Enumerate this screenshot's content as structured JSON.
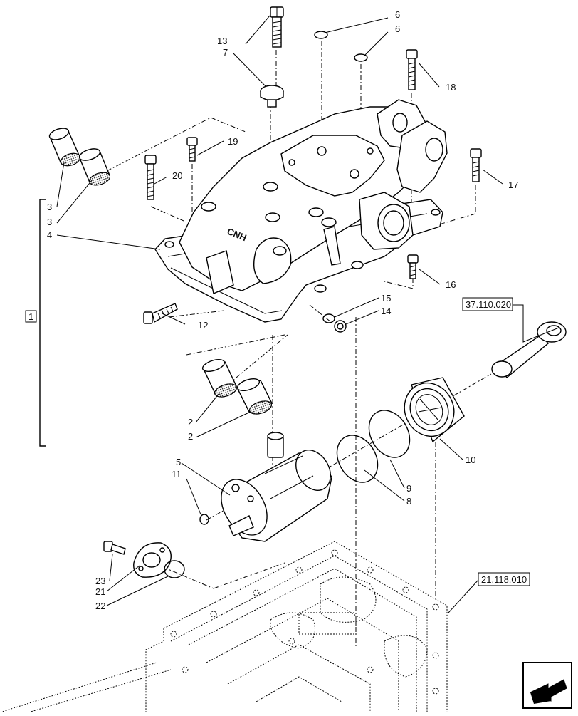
{
  "callouts": {
    "c13": "13",
    "c7": "7",
    "c6a": "6",
    "c6b": "6",
    "c18": "18",
    "c19": "19",
    "c20": "20",
    "c17": "17",
    "c3a": "3",
    "c3b": "3",
    "c4": "4",
    "c16": "16",
    "c15": "15",
    "c14": "14",
    "c12": "12",
    "c1": "1",
    "c2a": "2",
    "c2b": "2",
    "c5": "5",
    "c11": "11",
    "c10": "10",
    "c9": "9",
    "c8": "8",
    "c23": "23",
    "c21": "21",
    "c22": "22"
  },
  "references": {
    "ref_pump": "37.110.020",
    "ref_housing": "21.118.010"
  },
  "housing_logo": "CNH",
  "icons": {
    "nav": "view-arrow-icon"
  }
}
